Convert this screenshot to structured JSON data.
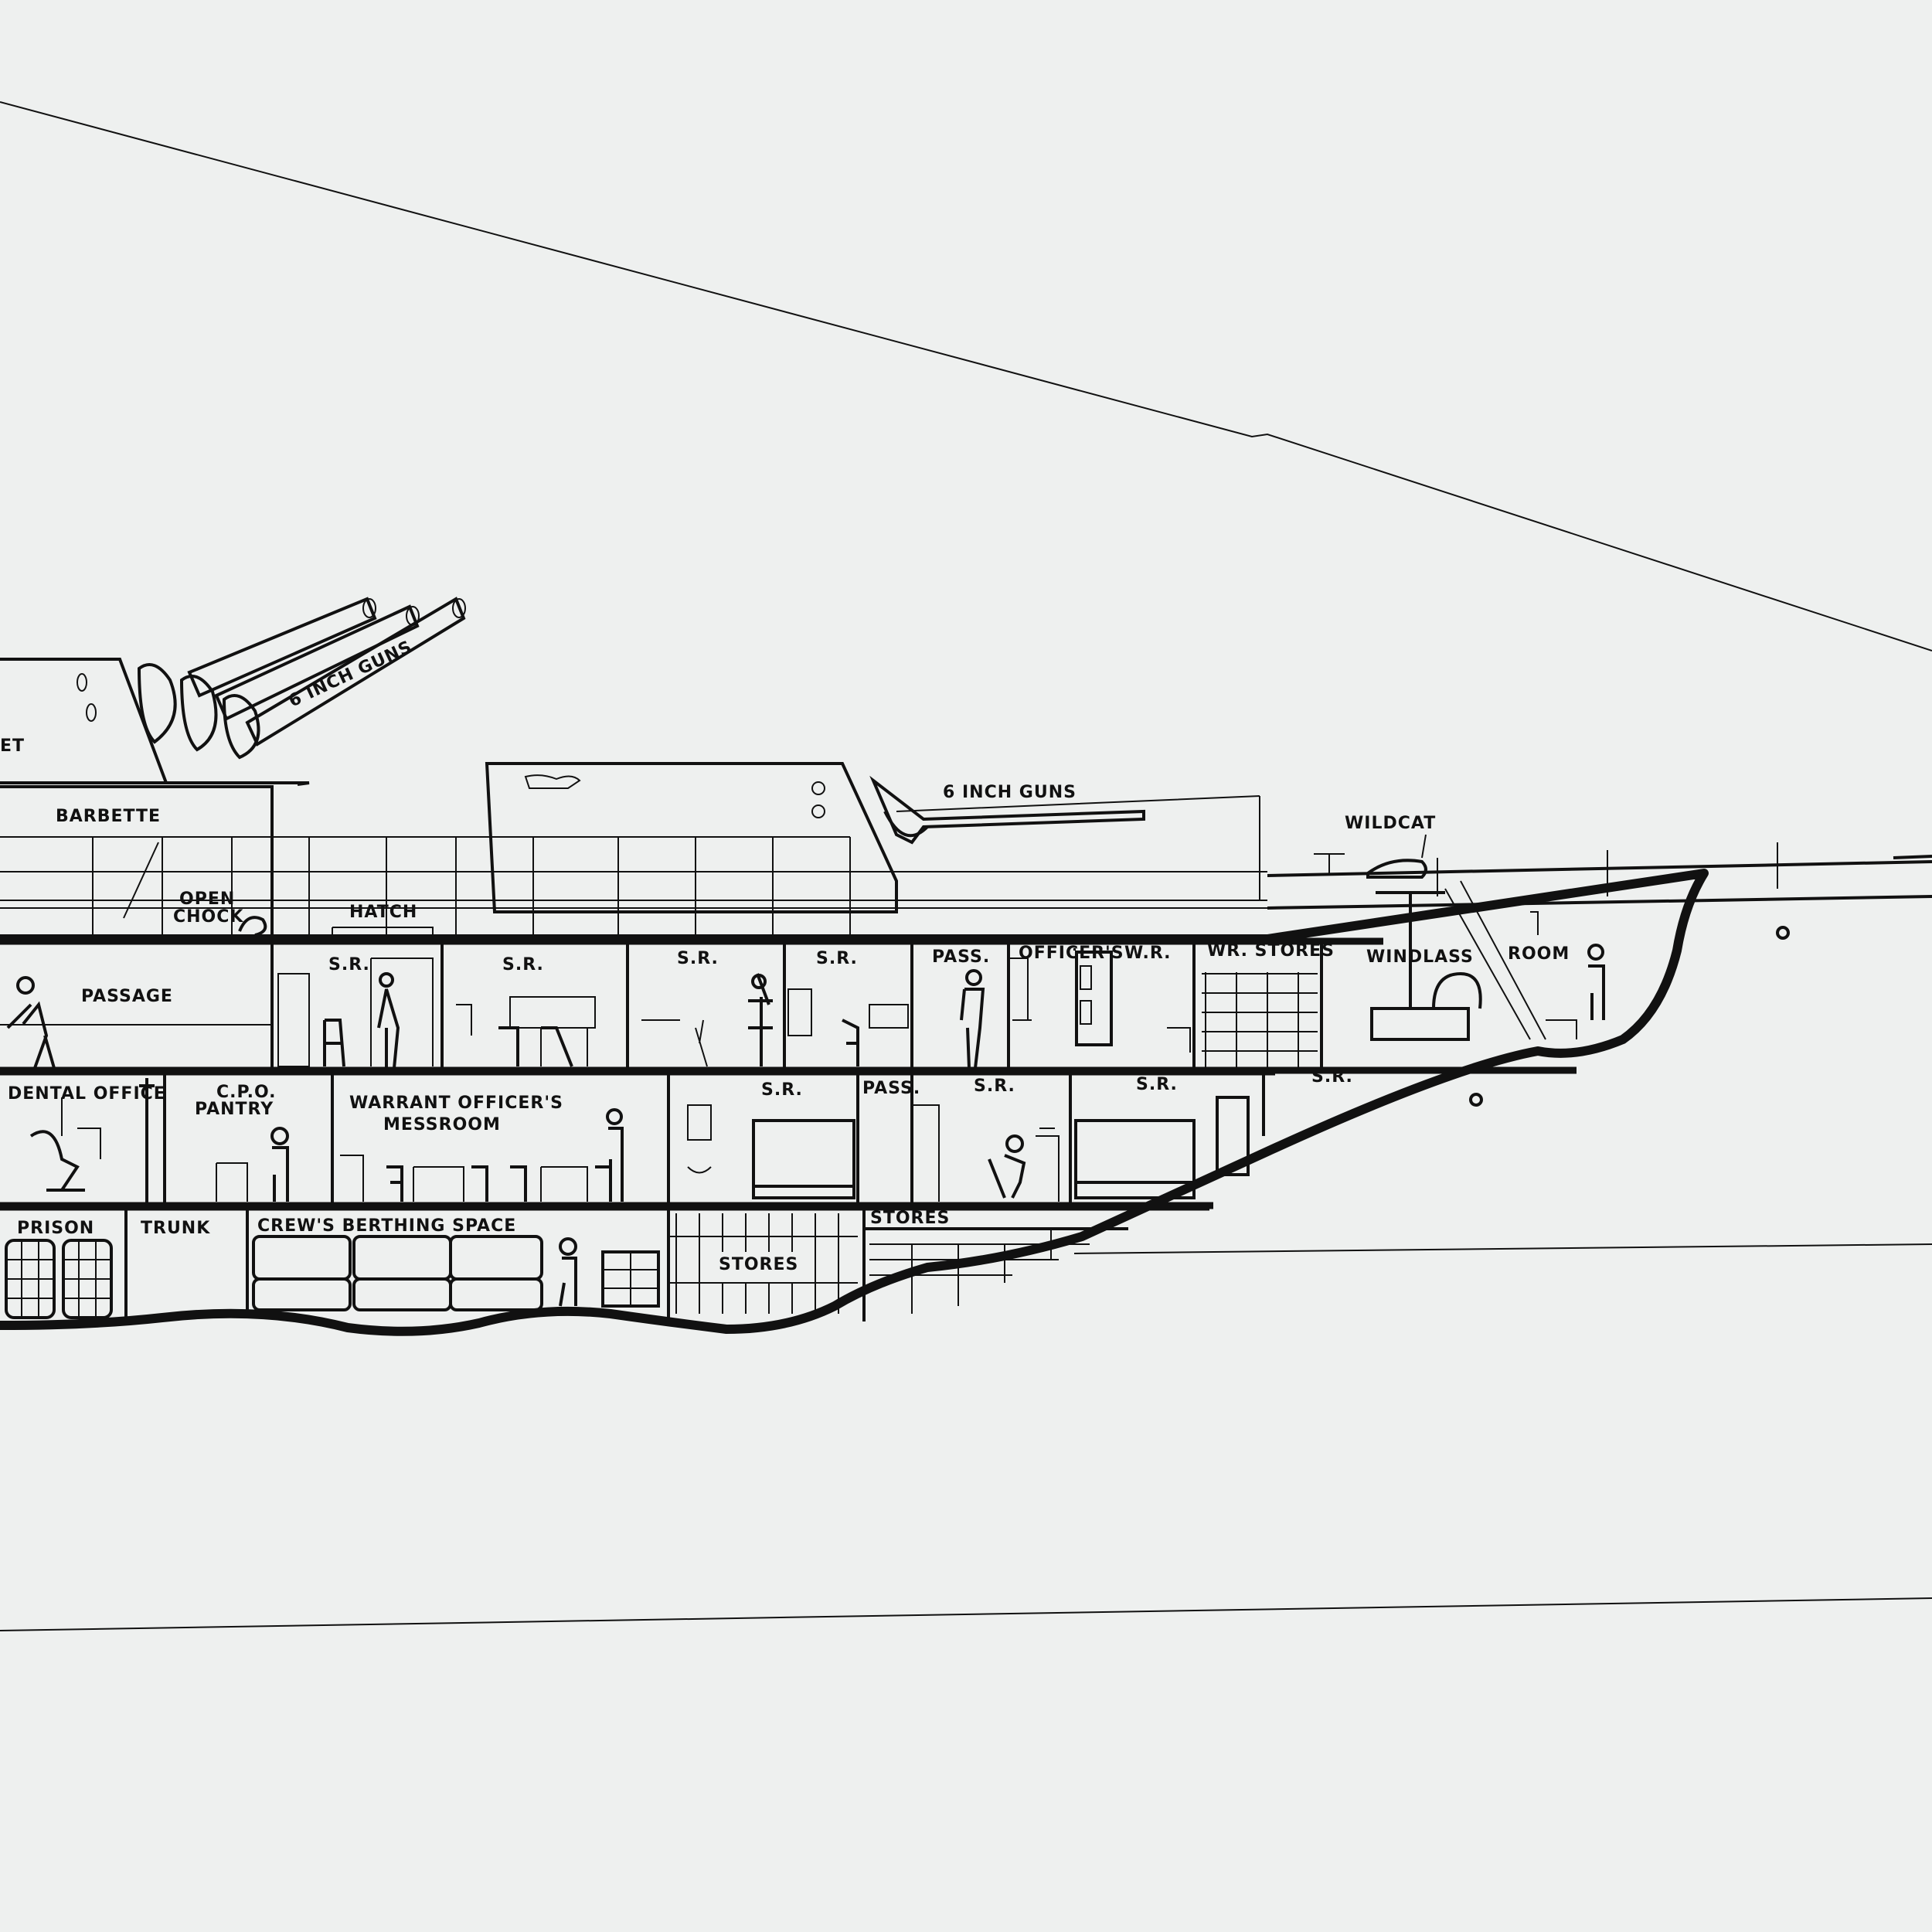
{
  "colors": {
    "paper": "#eef0ef",
    "ink": "#111111"
  },
  "labels": {
    "turret": "ET",
    "barbette": "BARBETTE",
    "guns_upper": "6 INCH GUNS",
    "guns_lower": "6 INCH GUNS",
    "open_chock_1": "OPEN",
    "open_chock_2": "CHOCK",
    "hatch": "HATCH",
    "wildcat": "WILDCAT",
    "passage": "PASSAGE",
    "sr_1": "S.R.",
    "sr_2": "S.R.",
    "sr_3": "S.R.",
    "sr_4": "S.R.",
    "pass_1": "PASS.",
    "officers_wr_1": "OFFICER'S",
    "officers_wr_2": "W.R.",
    "wr_stores": "WR. STORES",
    "windlass": "WINDLASS",
    "room": "ROOM",
    "dental_office": "DENTAL OFFICE",
    "cpo_pantry_1": "C.P.O.",
    "cpo_pantry_2": "PANTRY",
    "warrant_1": "WARRANT OFFICER'S",
    "warrant_2": "MESSROOM",
    "sr_5": "S.R.",
    "pass_2": "PASS.",
    "sr_6": "S.R.",
    "sr_7": "S.R.",
    "sr_8": "S.R.",
    "prison": "PRISON",
    "trunk": "TRUNK",
    "crews_berthing": "CREW'S BERTHING SPACE",
    "stores_1": "STORES",
    "stores_2": "STORES"
  }
}
